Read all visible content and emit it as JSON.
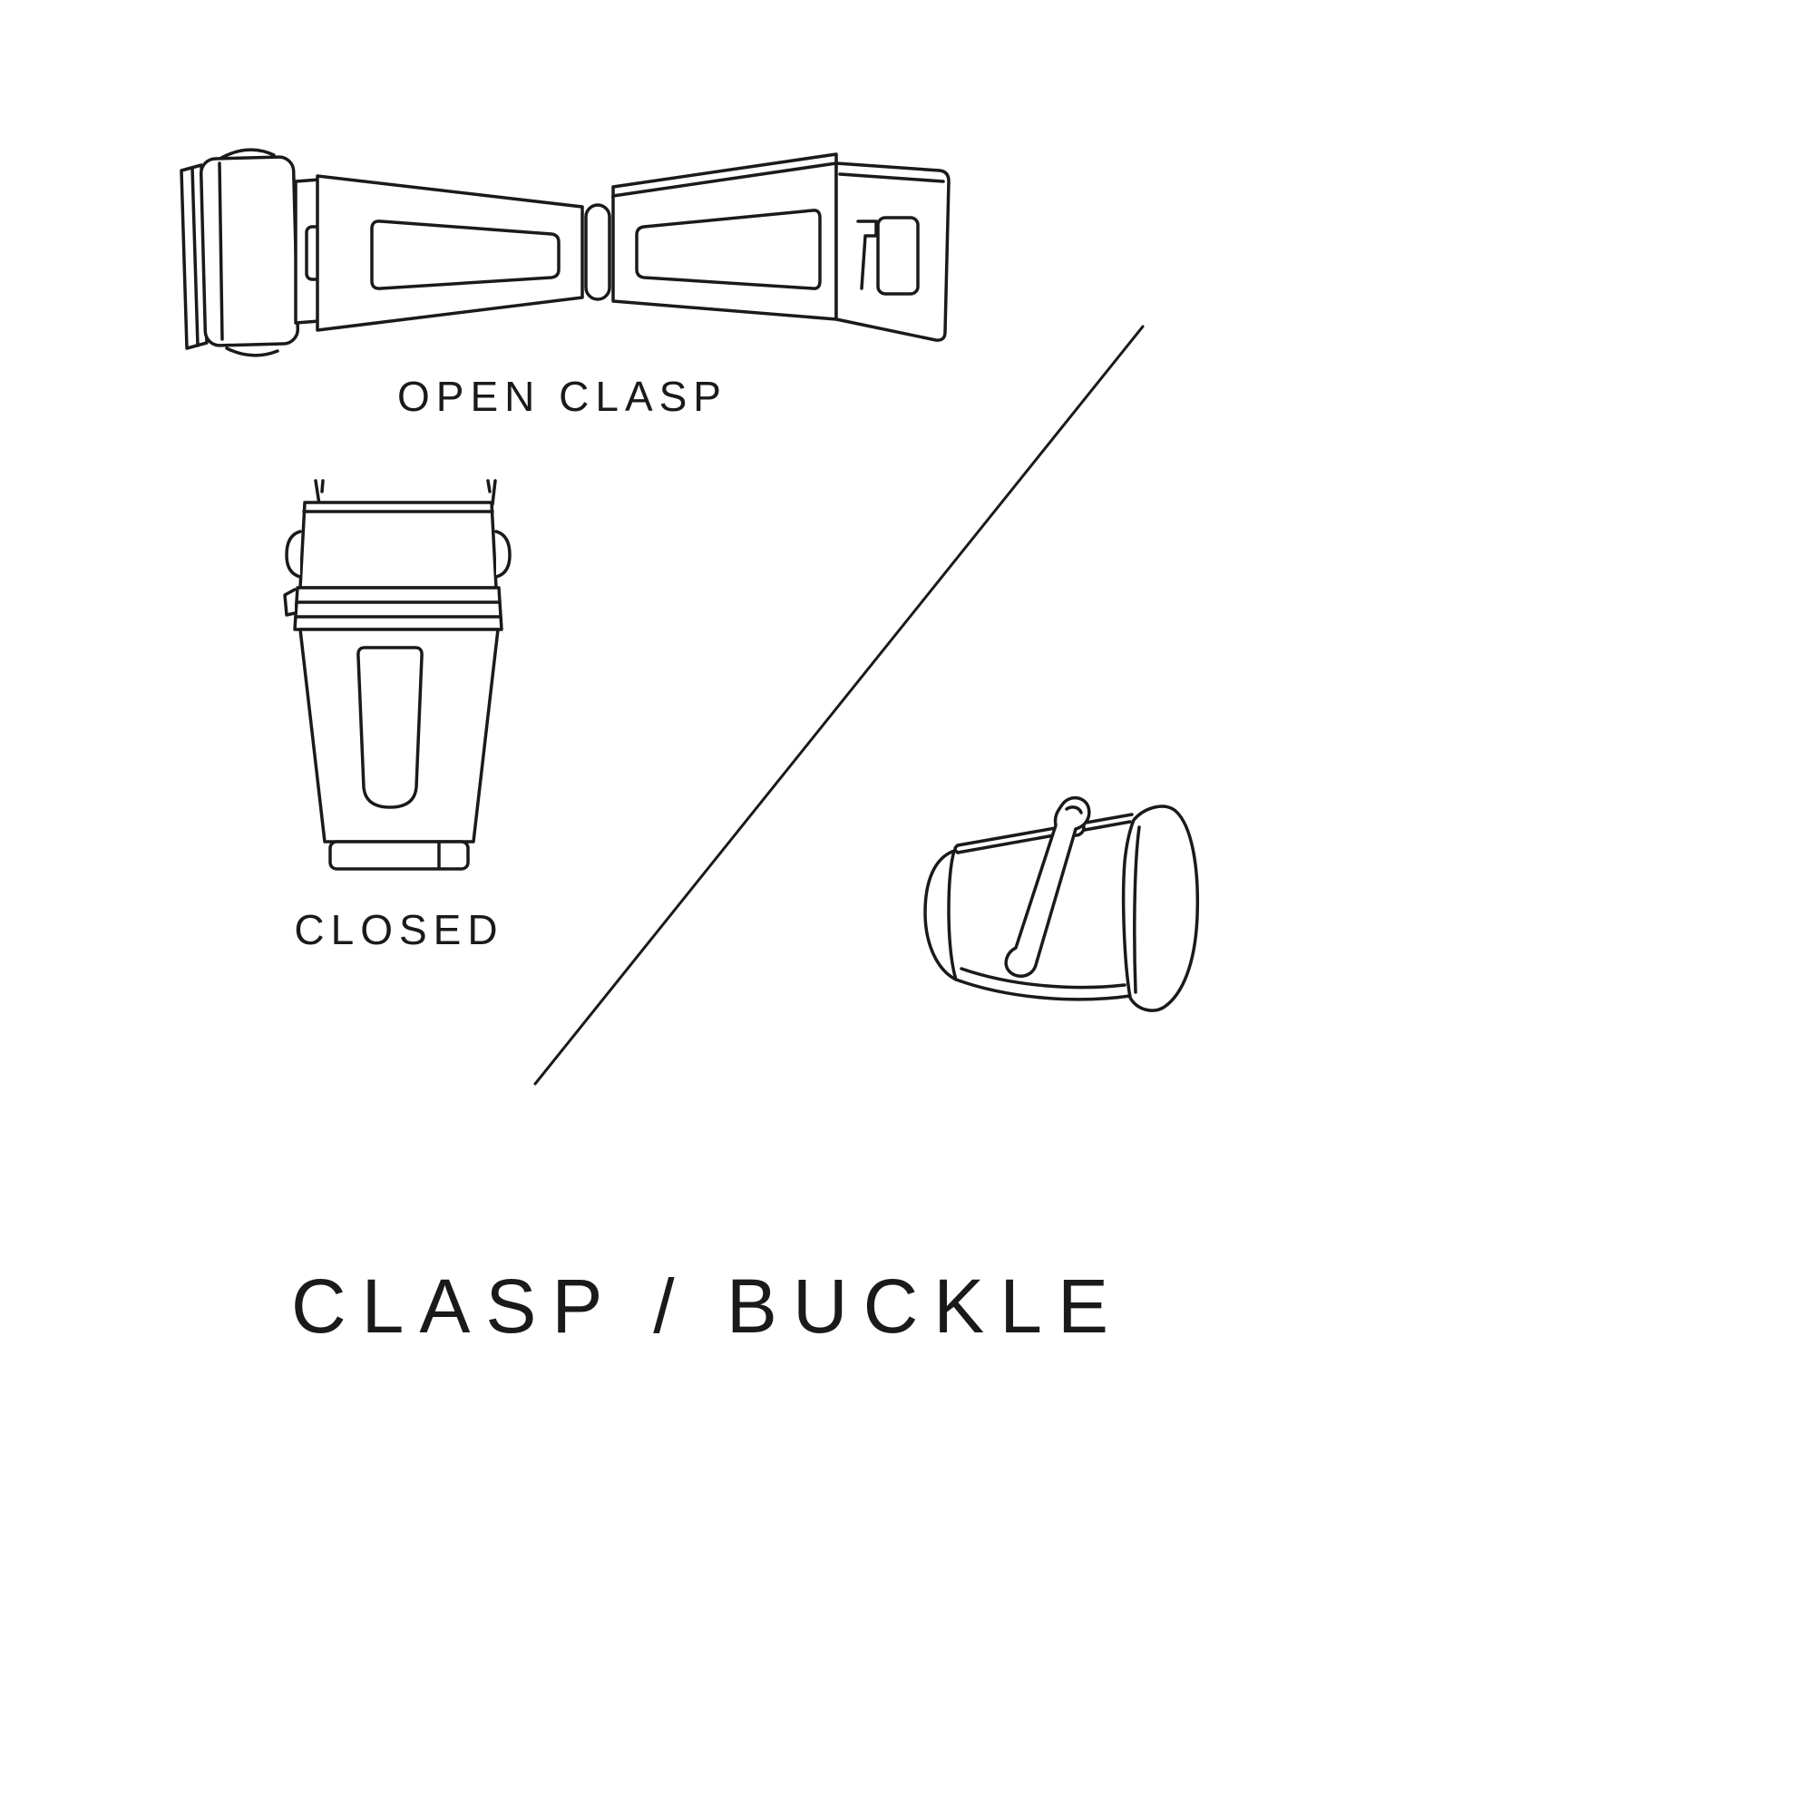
{
  "page": {
    "background": "#ffffff",
    "ink": "#1a1a1a"
  },
  "figures": {
    "open_clasp": {
      "label": "OPEN CLASP",
      "icon": "open-clasp-illustration"
    },
    "closed_clasp": {
      "label": "CLOSED",
      "icon": "closed-clasp-illustration"
    },
    "buckle": {
      "icon": "buckle-illustration"
    }
  },
  "title": "CLASP / BUCKLE"
}
